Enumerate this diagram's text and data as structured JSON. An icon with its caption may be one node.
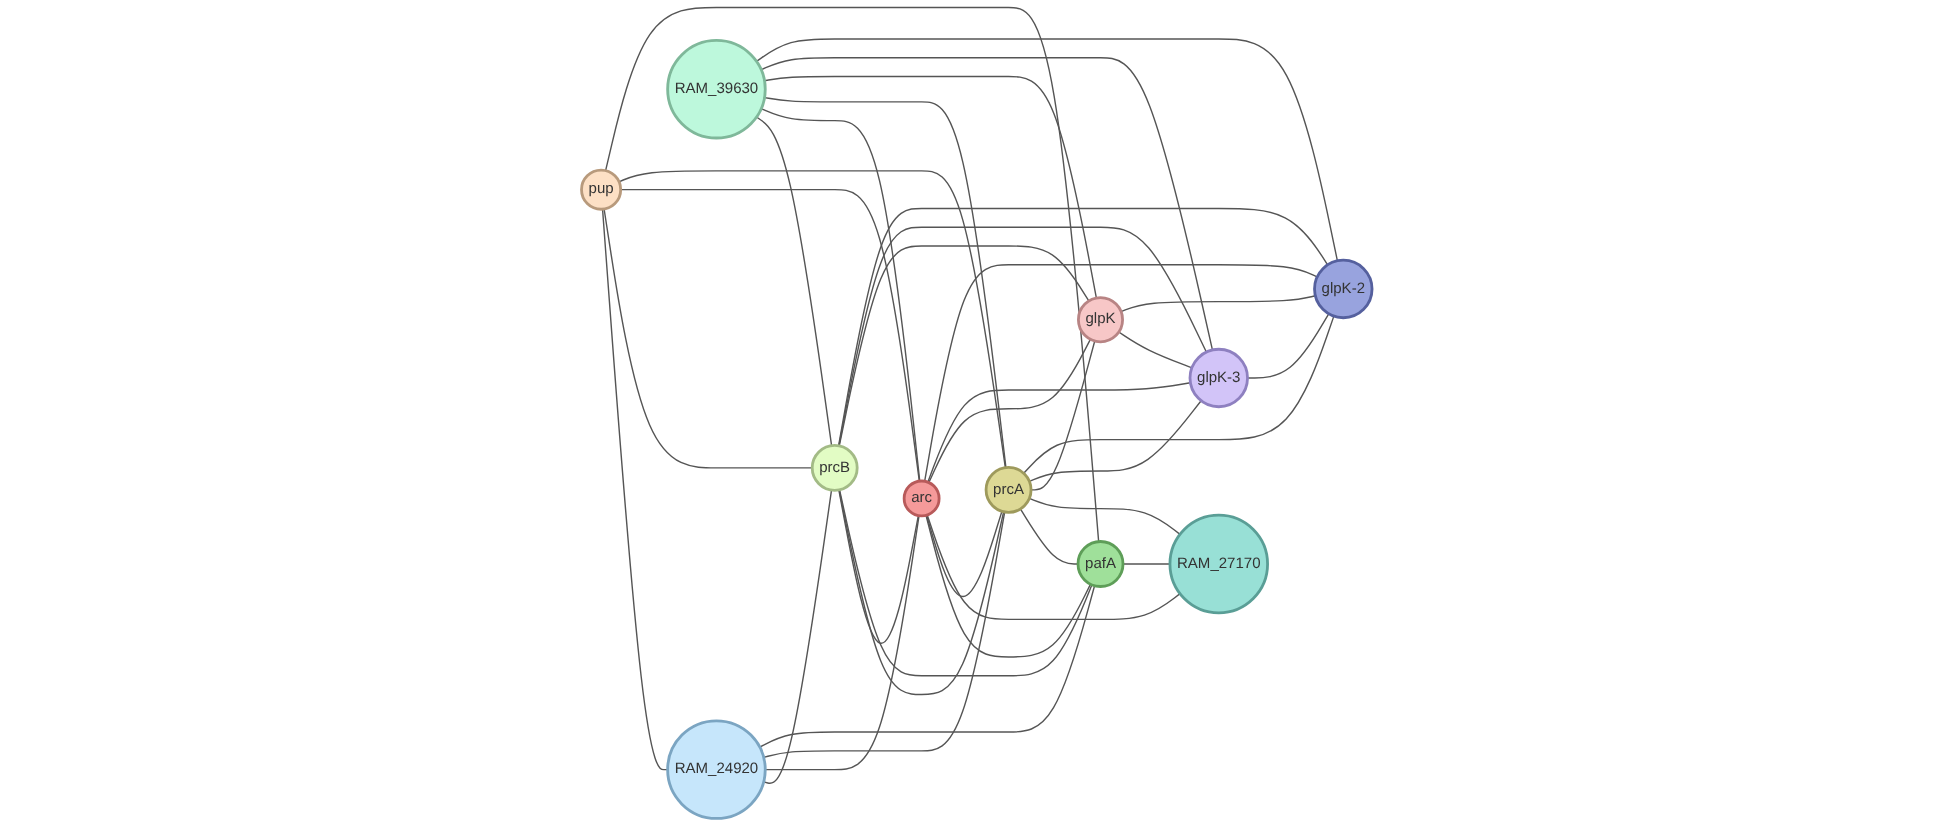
{
  "diagram": {
    "nodes": [
      {
        "text": [
          "pup"
        ]
      },
      {
        "text": [
          "RAM_24920"
        ]
      },
      {
        "text": [
          "RAM_39630"
        ]
      },
      {
        "text": [
          "prcB"
        ]
      },
      {
        "text": [
          "arc"
        ]
      },
      {
        "text": [
          "pafA"
        ]
      },
      {
        "text": [
          "glpK"
        ]
      },
      {
        "text": [
          "prcA"
        ]
      },
      {
        "text": [
          "glpK-3"
        ]
      },
      {
        "text": [
          "RAM_27170"
        ]
      },
      {
        "text": [
          "glpK-2"
        ]
      }
    ],
    "edges": [
      {
        "from": 0,
        "to": 1,
        "arrow": "none"
      },
      {
        "from": 0,
        "to": 3,
        "arrow": "none"
      },
      {
        "from": 0,
        "to": 4,
        "arrow": "none"
      },
      {
        "from": 0,
        "to": 7,
        "arrow": "none"
      },
      {
        "from": 0,
        "to": 5,
        "arrow": "none"
      },
      {
        "from": 1,
        "to": 3,
        "arrow": "none"
      },
      {
        "from": 1,
        "to": 4,
        "arrow": "none"
      },
      {
        "from": 1,
        "to": 7,
        "arrow": "none"
      },
      {
        "from": 1,
        "to": 5,
        "arrow": "none"
      },
      {
        "from": 2,
        "to": 3,
        "arrow": "none"
      },
      {
        "from": 2,
        "to": 4,
        "arrow": "none"
      },
      {
        "from": 2,
        "to": 7,
        "arrow": "none"
      },
      {
        "from": 2,
        "to": 6,
        "arrow": "none"
      },
      {
        "from": 2,
        "to": 8,
        "arrow": "none"
      },
      {
        "from": 2,
        "to": 10,
        "arrow": "none"
      },
      {
        "from": 3,
        "to": 4,
        "arrow": "none"
      },
      {
        "from": 3,
        "to": 7,
        "arrow": "none"
      },
      {
        "from": 3,
        "to": 5,
        "arrow": "none"
      },
      {
        "from": 3,
        "to": 6,
        "arrow": "none"
      },
      {
        "from": 3,
        "to": 8,
        "arrow": "none"
      },
      {
        "from": 3,
        "to": 10,
        "arrow": "none"
      },
      {
        "from": 4,
        "to": 5,
        "arrow": "none"
      },
      {
        "from": 4,
        "to": 7,
        "arrow": "none"
      },
      {
        "from": 4,
        "to": 9,
        "arrow": "none"
      },
      {
        "from": 4,
        "to": 6,
        "arrow": "none"
      },
      {
        "from": 4,
        "to": 8,
        "arrow": "none"
      },
      {
        "from": 4,
        "to": 10,
        "arrow": "none"
      },
      {
        "from": 7,
        "to": 5,
        "arrow": "none"
      },
      {
        "from": 7,
        "to": 9,
        "arrow": "none"
      },
      {
        "from": 7,
        "to": 6,
        "arrow": "none"
      },
      {
        "from": 7,
        "to": 8,
        "arrow": "none"
      },
      {
        "from": 7,
        "to": 10,
        "arrow": "none"
      },
      {
        "from": 5,
        "to": 9,
        "arrow": "none"
      },
      {
        "from": 6,
        "to": 8,
        "arrow": "none"
      },
      {
        "from": 6,
        "to": 10,
        "arrow": "none"
      },
      {
        "from": 8,
        "to": 10,
        "arrow": "none"
      }
    ]
  }
}
